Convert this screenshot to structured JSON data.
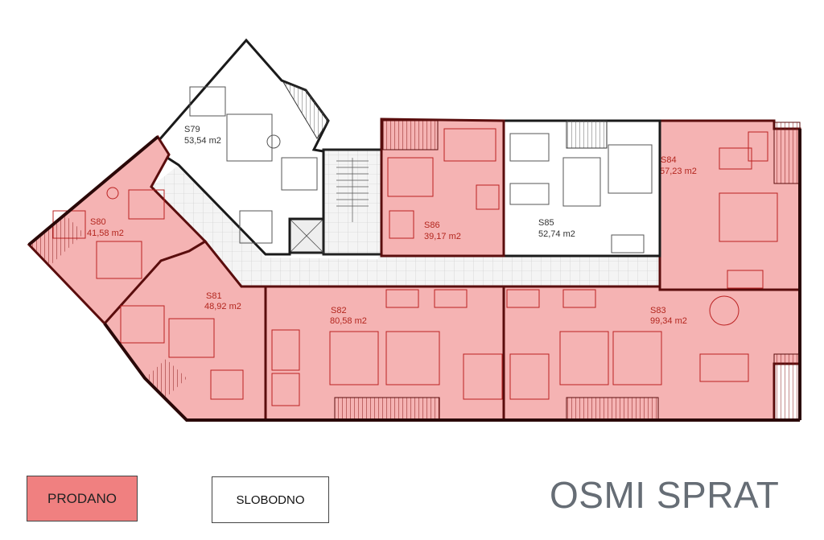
{
  "floor_title": "OSMI SPRAT",
  "legend": {
    "sold_label": "PRODANO",
    "free_label": "SLOBODNO",
    "sold_color": "#f08080",
    "free_color": "#ffffff"
  },
  "units": [
    {
      "id": "S79",
      "code": "S79",
      "area": "53,54 m2",
      "status": "free"
    },
    {
      "id": "S80",
      "code": "S80",
      "area": "41,58 m2",
      "status": "sold"
    },
    {
      "id": "S81",
      "code": "S81",
      "area": "48,92 m2",
      "status": "sold"
    },
    {
      "id": "S82",
      "code": "S82",
      "area": "80,58 m2",
      "status": "sold"
    },
    {
      "id": "S83",
      "code": "S83",
      "area": "99,34 m2",
      "status": "sold"
    },
    {
      "id": "S84",
      "code": "S84",
      "area": "57,23 m2",
      "status": "sold"
    },
    {
      "id": "S85",
      "code": "S85",
      "area": "52,74 m2",
      "status": "free"
    },
    {
      "id": "S86",
      "code": "S86",
      "area": "39,17 m2",
      "status": "sold"
    }
  ]
}
